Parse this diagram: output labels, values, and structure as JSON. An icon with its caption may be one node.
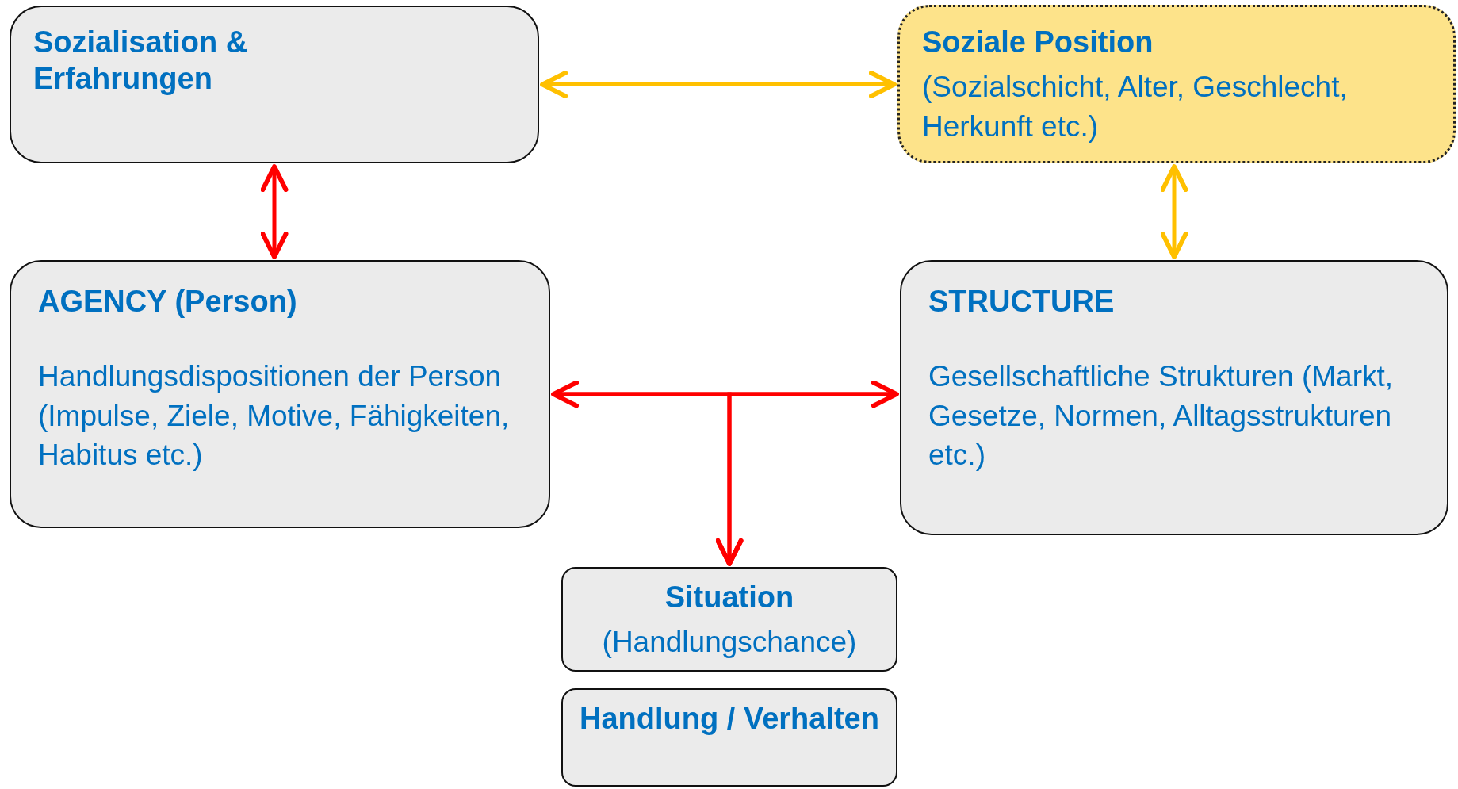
{
  "diagram": {
    "nodes": [
      {
        "text": [
          "Sozialisation & Erfahrungen"
        ]
      },
      {
        "text": [
          "Soziale Position",
          "(Sozialschicht, Alter, Geschlecht, Herkunft etc.)"
        ]
      },
      {
        "text": [
          "AGENCY (Person)",
          "Handlungsdispositionen der Person (Impulse, Ziele, Motive, Fähigkeiten, Habitus etc.)"
        ]
      },
      {
        "text": [
          "STRUCTURE",
          "Gesellschaftliche Strukturen (Markt, Gesetze, Normen, Alltagsstrukturen etc.)"
        ]
      },
      {
        "text": [
          "Situation",
          "(Handlungschance)"
        ]
      },
      {
        "text": [
          "Handlung / Verhalten"
        ]
      }
    ],
    "edges": [
      {
        "from": 0,
        "to": 1,
        "arrow": "both",
        "color": "#ffc000"
      },
      {
        "from": 0,
        "to": 2,
        "arrow": "both"
      },
      {
        "from": 1,
        "to": 3,
        "arrow": "both",
        "color": "#ffc000"
      },
      {
        "from": 2,
        "to": 3,
        "arrow": "both"
      },
      {
        "from": 2,
        "to": 4,
        "arrow": "to"
      },
      {
        "from": 3,
        "to": 4,
        "arrow": "to"
      }
    ]
  }
}
